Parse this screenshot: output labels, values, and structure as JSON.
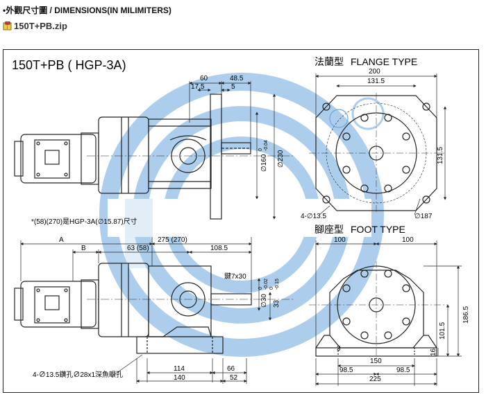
{
  "header": {
    "title": "•外觀尺寸圖 / DIMENSIONS(IN MILIMITERS)"
  },
  "file": {
    "name": "150T+PB.zip",
    "icon": "zip-archive-icon"
  },
  "drawing": {
    "title": "150T+PB ( HGP-3A)",
    "flange_cn": "法蘭型",
    "flange_en": "FLANGE TYPE",
    "foot_cn": "腳座型",
    "foot_en": "FOOT TYPE",
    "note": "*(58)(270)是HGP-3A(∅15.87)尺寸",
    "hole_note": "4-∅13.5鑽孔∅28x1深魚眼孔",
    "flange_hole": "4-∅13.5",
    "dims": {
      "d60": "60",
      "d48_5": "48.5",
      "d17_5": "17.5",
      "d5": "5",
      "d160": "∅160",
      "d160_tol": "-0.04",
      "d160_tol2": "0",
      "d230": "∅230",
      "d200": "200",
      "d131_5_top": "131.5",
      "d131_5_side": "131.5",
      "d187": "∅187",
      "dA": "A",
      "dB": "B",
      "d63": "63 (58)",
      "d275": "275 (270)",
      "d108_5": "108.5",
      "key": "鍵7x30",
      "d30": "∅30",
      "d30_tol": "0",
      "d30_tol2": "-0.02",
      "d33": "33",
      "d33_tol": "0",
      "d33_tol2": "-0.15",
      "d114": "114",
      "d140": "140",
      "d66": "66",
      "d52": "52",
      "f100_l": "100",
      "f100_r": "100",
      "d186_5": "186.5",
      "d101_5": "101.5",
      "d16": "16",
      "d3": "3",
      "d150": "150",
      "d98_5_l": "98.5",
      "d98_5_r": "98.5",
      "d225": "225"
    }
  }
}
